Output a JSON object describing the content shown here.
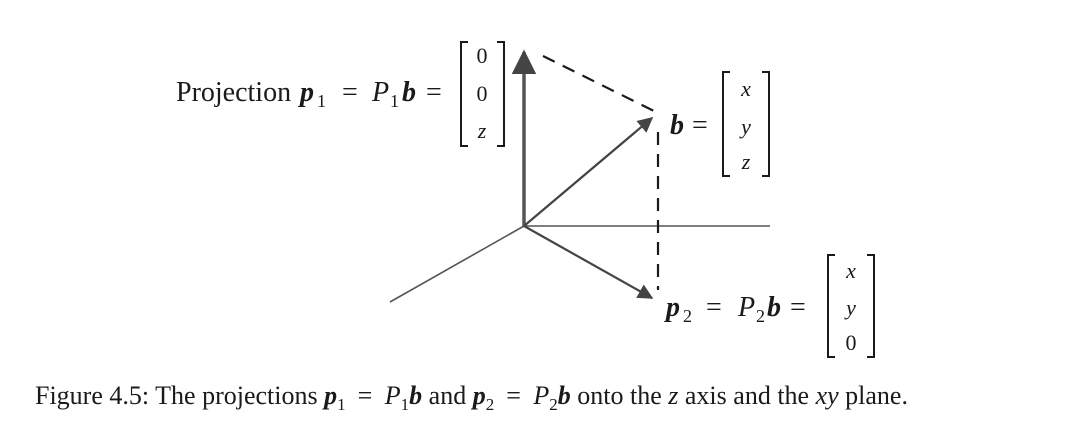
{
  "colors": {
    "ink": "#1a1a1a",
    "axis": "#555555",
    "vector": "#444444"
  },
  "p1_label": {
    "word": "Projection",
    "p": "p",
    "sub": "1",
    "eq1": "=",
    "P": "P",
    "P_sub": "1",
    "b": "b",
    "eq2": "=",
    "entries": [
      "0",
      "0",
      "z"
    ]
  },
  "b_label": {
    "b": "b",
    "eq": "=",
    "entries": [
      "x",
      "y",
      "z"
    ]
  },
  "p2_label": {
    "p": "p",
    "sub": "2",
    "eq1": "=",
    "P": "P",
    "P_sub": "2",
    "b": "b",
    "eq2": "=",
    "entries": [
      "x",
      "y",
      "0"
    ]
  },
  "caption": {
    "fig": "Figure 4.5:",
    "t1": "The projections",
    "p1": "p",
    "p1_sub": "1",
    "eq1": "=",
    "P1": "P",
    "P1_sub": "1",
    "b1": "b",
    "and": "and",
    "p2": "p",
    "p2_sub": "2",
    "eq2": "=",
    "P2": "P",
    "P2_sub": "2",
    "b2": "b",
    "t2": "onto the",
    "z": "z",
    "t3": "axis and the",
    "xy": "xy",
    "t4": "plane."
  }
}
